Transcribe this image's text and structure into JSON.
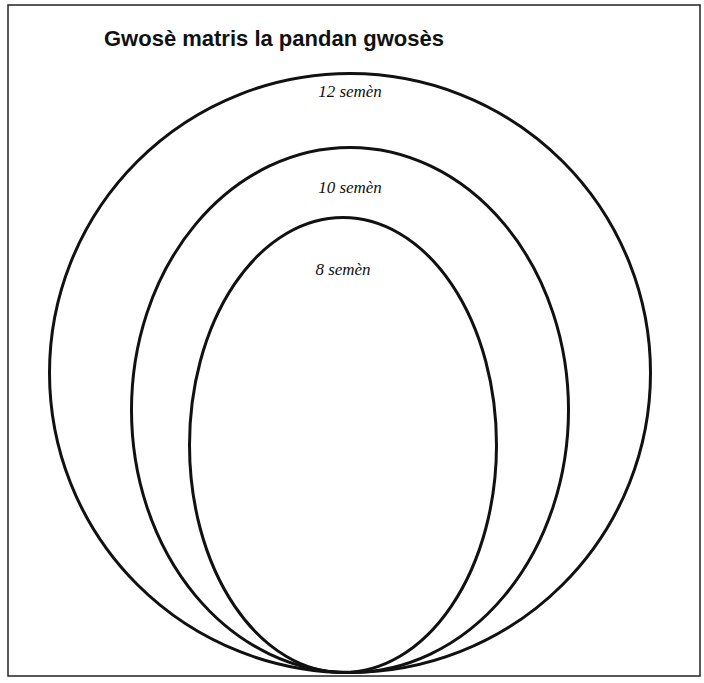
{
  "diagram": {
    "title": "Gwosè matris la pandan gwosès",
    "nodes": [
      {
        "text": [
          "12 semèn"
        ]
      },
      {
        "text": [
          "10 semèn"
        ],
        "in": 0
      },
      {
        "text": [
          "8 semèn"
        ],
        "in": 1
      }
    ]
  }
}
